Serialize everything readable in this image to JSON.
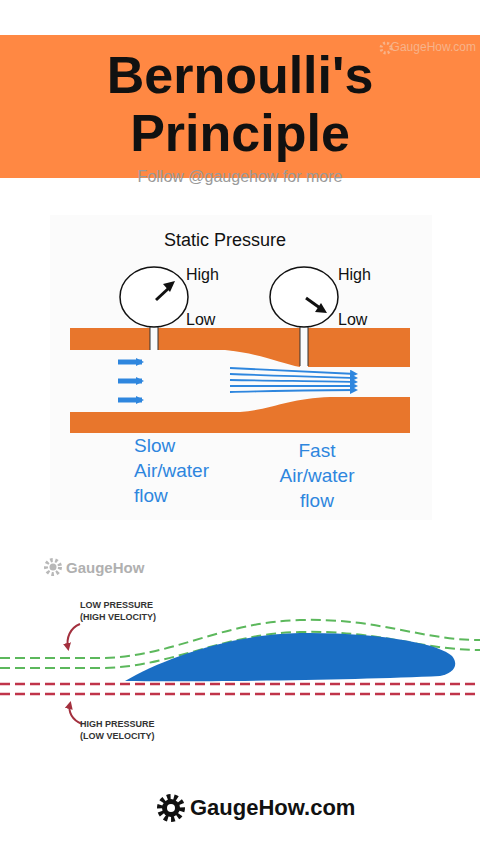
{
  "diagram": {
    "title": "Bernoulli's Principle",
    "labels": [
      "GaugeHow.com",
      "Follow @gaugehow for more",
      "Static Pressure",
      "High",
      "Low",
      "High",
      "Low",
      "Slow Air/water flow",
      "Fast Air/water flow",
      "GaugeHow",
      "LOW PRESSURE (HIGH VELOCITY)",
      "HIGH PRESSURE (LOW VELOCITY)",
      "GaugeHow.com"
    ]
  }
}
